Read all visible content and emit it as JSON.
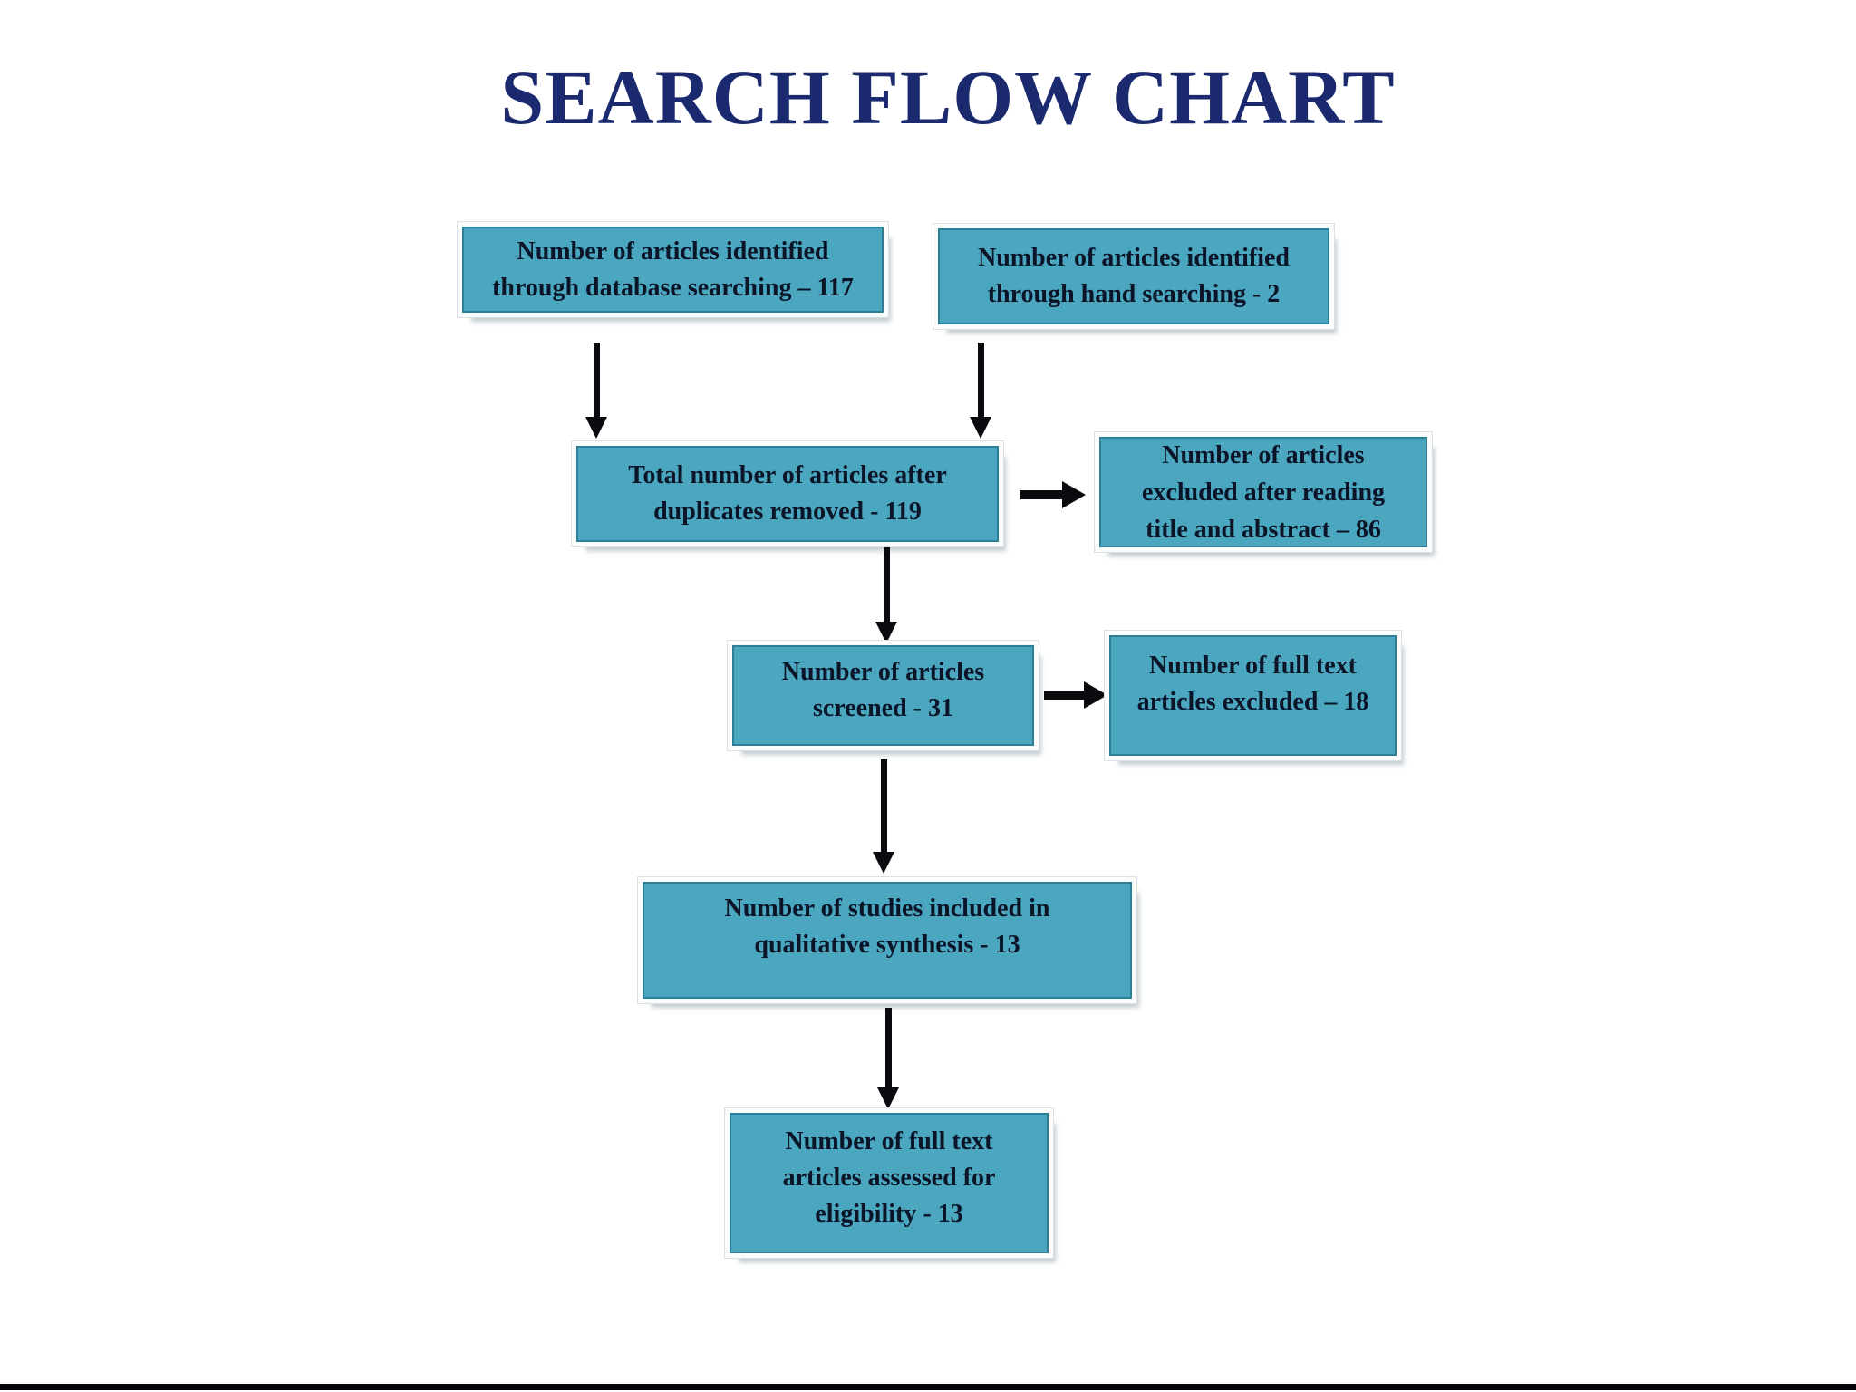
{
  "title": "SEARCH FLOW CHART",
  "flowchart": {
    "boxes": [
      {
        "id": "identified-database",
        "lines": [
          "Number of articles identified",
          "through database searching – 117"
        ],
        "count": 117
      },
      {
        "id": "identified-hand",
        "lines": [
          "Number of articles identified",
          "through hand searching - 2"
        ],
        "count": 2
      },
      {
        "id": "duplicates-removed",
        "lines": [
          "Total number of articles after",
          "duplicates removed - 119"
        ],
        "count": 119
      },
      {
        "id": "excluded-title-abstract",
        "lines": [
          "Number of articles",
          "excluded after reading",
          "title and abstract – 86"
        ],
        "count": 86
      },
      {
        "id": "screened",
        "lines": [
          "Number of articles",
          "screened - 31"
        ],
        "count": 31
      },
      {
        "id": "fulltext-excluded",
        "lines": [
          "Number of full text",
          "articles excluded – 18"
        ],
        "count": 18
      },
      {
        "id": "qualitative-synthesis",
        "lines": [
          "Number of studies included in",
          "qualitative synthesis - 13"
        ],
        "count": 13
      },
      {
        "id": "fulltext-eligibility",
        "lines": [
          "Number of full text",
          "articles assessed for",
          "eligibility - 13"
        ],
        "count": 13
      }
    ],
    "connections": [
      {
        "from": "identified-database",
        "to": "duplicates-removed",
        "direction": "down"
      },
      {
        "from": "identified-hand",
        "to": "duplicates-removed",
        "direction": "down"
      },
      {
        "from": "duplicates-removed",
        "to": "excluded-title-abstract",
        "direction": "right"
      },
      {
        "from": "duplicates-removed",
        "to": "screened",
        "direction": "down"
      },
      {
        "from": "screened",
        "to": "fulltext-excluded",
        "direction": "right"
      },
      {
        "from": "screened",
        "to": "qualitative-synthesis",
        "direction": "down"
      },
      {
        "from": "qualitative-synthesis",
        "to": "fulltext-eligibility",
        "direction": "down"
      }
    ]
  },
  "colors": {
    "background": "#ffffff",
    "title": "#1b2a6e",
    "box_fill": "#4aa7bf",
    "box_border": "#2e7e95",
    "box_text": "#0c1428",
    "arrow": "#0b0b0f",
    "bottom_rule": "#05060a"
  }
}
